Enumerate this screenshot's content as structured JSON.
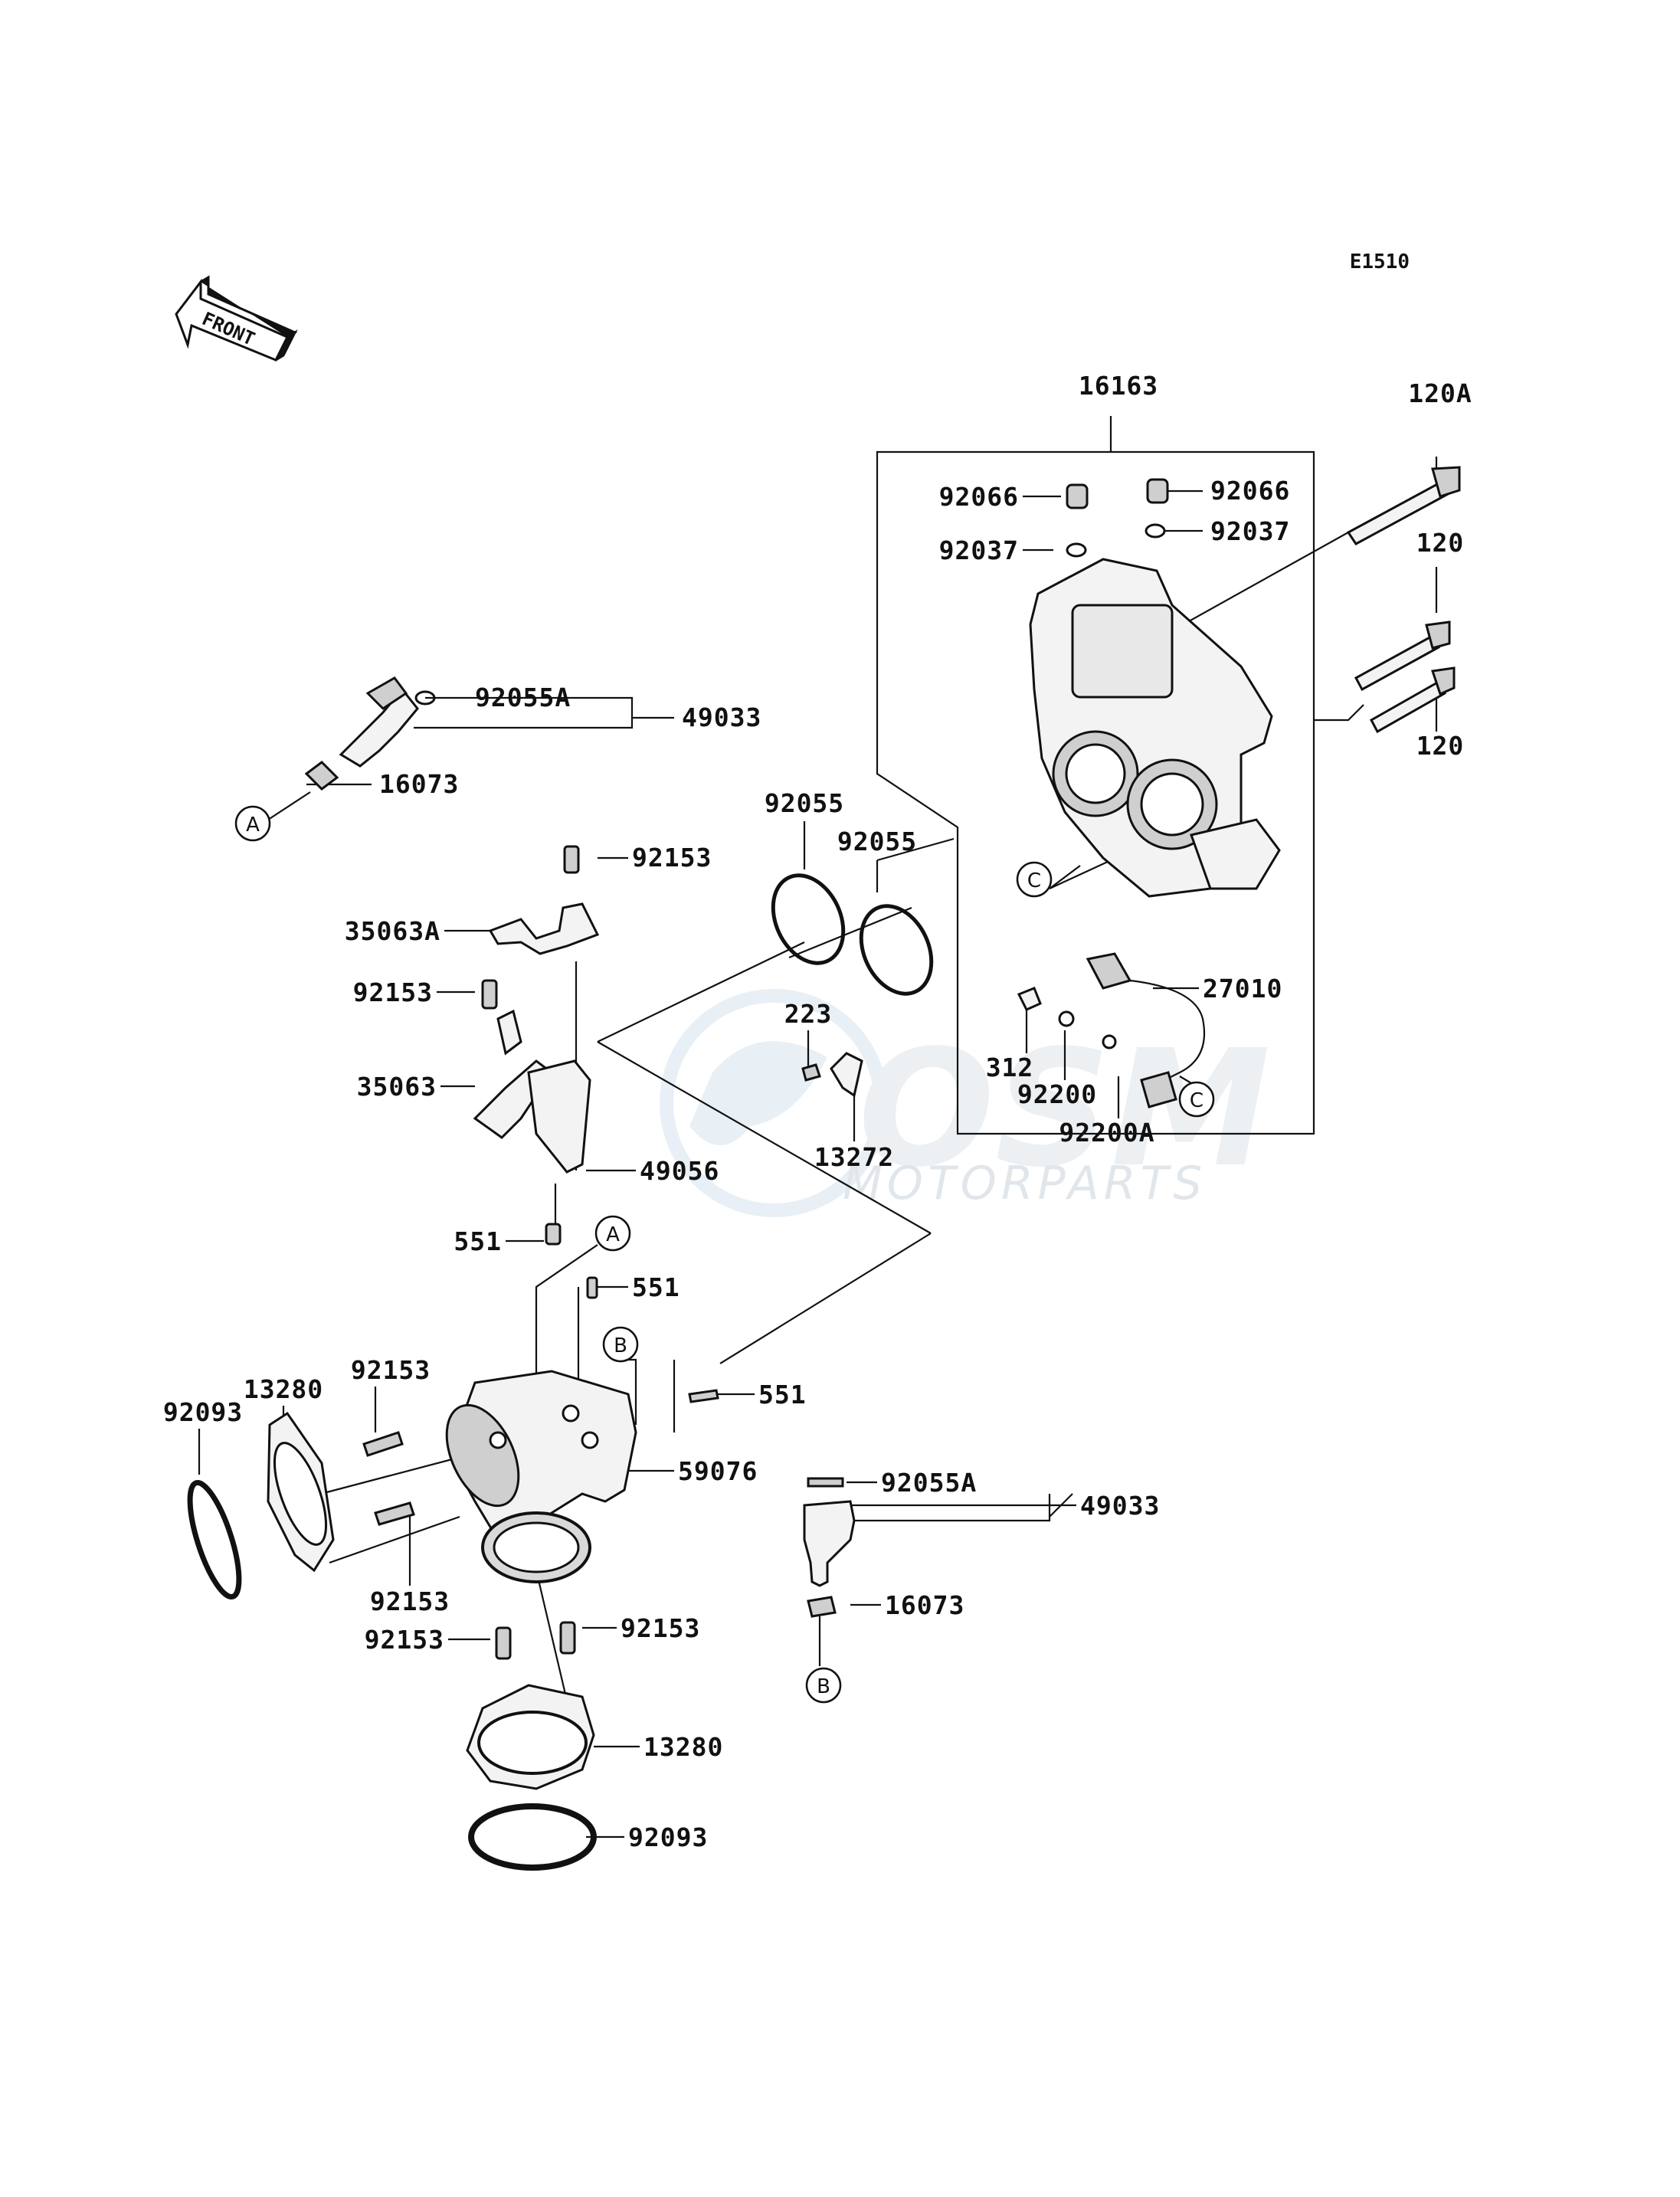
{
  "diagram_ref": "E1510",
  "front_label": "FRONT",
  "watermark": {
    "logo": "OSM",
    "text": "MOTORPARTS",
    "color": "#c9d3dc"
  },
  "labels": {
    "p16163": "16163",
    "p120A": "120A",
    "p120_top": "120",
    "p120_bot": "120",
    "p92066_l": "92066",
    "p92066_r": "92066",
    "p92037_l": "92037",
    "p92037_r": "92037",
    "p92055A_top": "92055A",
    "p49033_top": "49033",
    "p16073_top": "16073",
    "p92055_l": "92055",
    "p92055_r": "92055",
    "p92153_a": "92153",
    "p35063A": "35063A",
    "p92153_b": "92153",
    "p35063": "35063",
    "p49056": "49056",
    "p27010": "27010",
    "p223": "223",
    "p312": "312",
    "p92200": "92200",
    "p92200A": "92200A",
    "p13272": "13272",
    "p551_a": "551",
    "p551_b": "551",
    "p551_c": "551",
    "p13280_top": "13280",
    "p92093_top": "92093",
    "p92153_c": "92153",
    "p59076": "59076",
    "p92153_d": "92153",
    "p92153_e": "92153",
    "p92153_f": "92153",
    "p13280_bot": "13280",
    "p92093_bot": "92093",
    "p92055A_bot": "92055A",
    "p49033_bot": "49033",
    "p16073_bot": "16073"
  },
  "callouts": {
    "a1": "A",
    "a2": "A",
    "b1": "B",
    "b2": "B",
    "c1": "C",
    "c2": "C"
  }
}
